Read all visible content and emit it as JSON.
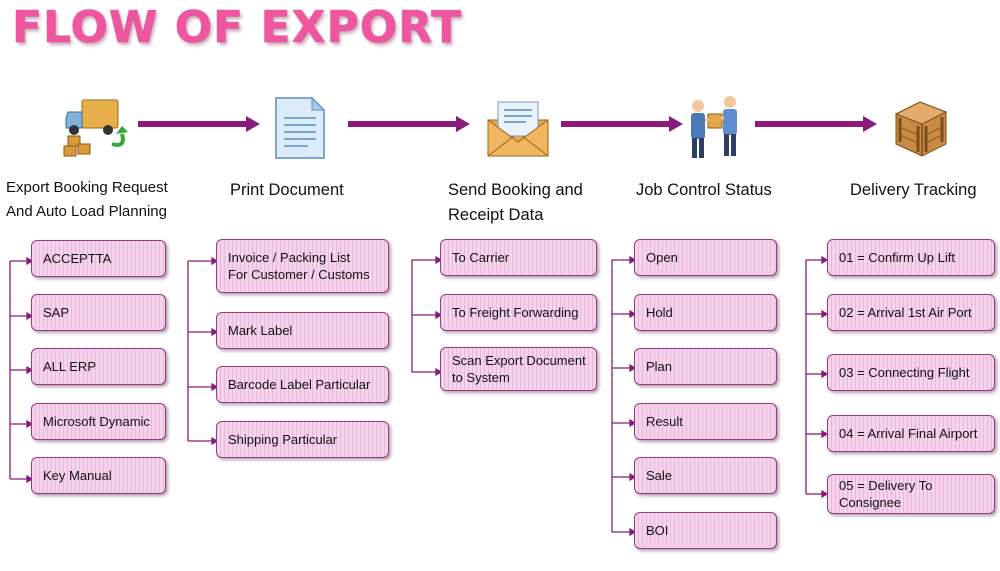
{
  "title": "FLOW OF EXPORT",
  "colors": {
    "title": "#f0569f",
    "arrow": "#8a1a7c",
    "box_fill": "#f6d2ec",
    "box_border": "#8e3f7c"
  },
  "steps": [
    {
      "heading": "Export Booking Request\nAnd Auto Load Planning",
      "icon": "delivery-truck-icon",
      "items": [
        "ACCEPTTA",
        "SAP",
        "ALL ERP",
        "Microsoft Dynamic",
        "Key Manual"
      ]
    },
    {
      "heading": "Print Document",
      "icon": "document-icon",
      "items": [
        "Invoice / Packing List\nFor Customer / Customs",
        "Mark Label",
        "Barcode Label Particular",
        "Shipping Particular"
      ]
    },
    {
      "heading": "Send Booking and\nReceipt Data",
      "icon": "envelope-icon",
      "items": [
        "To Carrier",
        "To Freight Forwarding",
        "Scan Export Document\nto System"
      ]
    },
    {
      "heading": "Job Control Status",
      "icon": "handshake-people-icon",
      "items": [
        "Open",
        "Hold",
        "Plan",
        "Result",
        "Sale",
        "BOI"
      ]
    },
    {
      "heading": "Delivery Tracking",
      "icon": "wooden-crate-icon",
      "items": [
        "01 = Confirm Up Lift",
        "02 = Arrival 1st Air Port",
        "03 = Connecting Flight",
        "04 = Arrival Final Airport",
        "05 = Delivery To\nConsignee"
      ]
    }
  ]
}
